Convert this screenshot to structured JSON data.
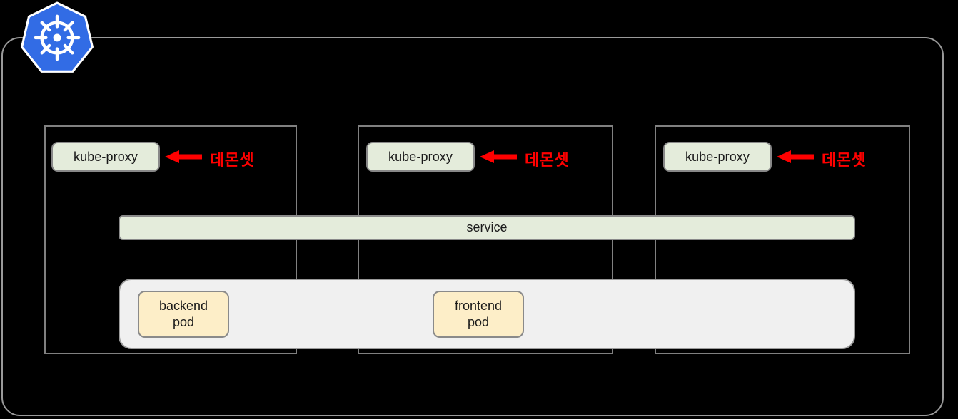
{
  "diagram": {
    "title": "kubernetes-cluster-diagram",
    "logo_name": "kubernetes-logo"
  },
  "colors": {
    "frame_border": "#9a9a9a",
    "node_border": "#808080",
    "kube_proxy_fill": "#e4ecdb",
    "service_fill": "#e4ecdb",
    "pods_bar_fill": "#f0f0f0",
    "pod_fill": "#fdeec8",
    "accent_red": "#ff0000",
    "logo_blue": "#326ce5",
    "background": "#000000"
  },
  "nodes": [
    {
      "id": "node-1",
      "kube_proxy_label": "kube-proxy",
      "daemonset_label": "데몬셋"
    },
    {
      "id": "node-2",
      "kube_proxy_label": "kube-proxy",
      "daemonset_label": "데몬셋"
    },
    {
      "id": "node-3",
      "kube_proxy_label": "kube-proxy",
      "daemonset_label": "데몬셋"
    }
  ],
  "service": {
    "label": "service"
  },
  "pods": [
    {
      "id": "pod-backend",
      "line1": "backend",
      "line2": "pod"
    },
    {
      "id": "pod-frontend",
      "line1": "frontend",
      "line2": "pod"
    }
  ]
}
